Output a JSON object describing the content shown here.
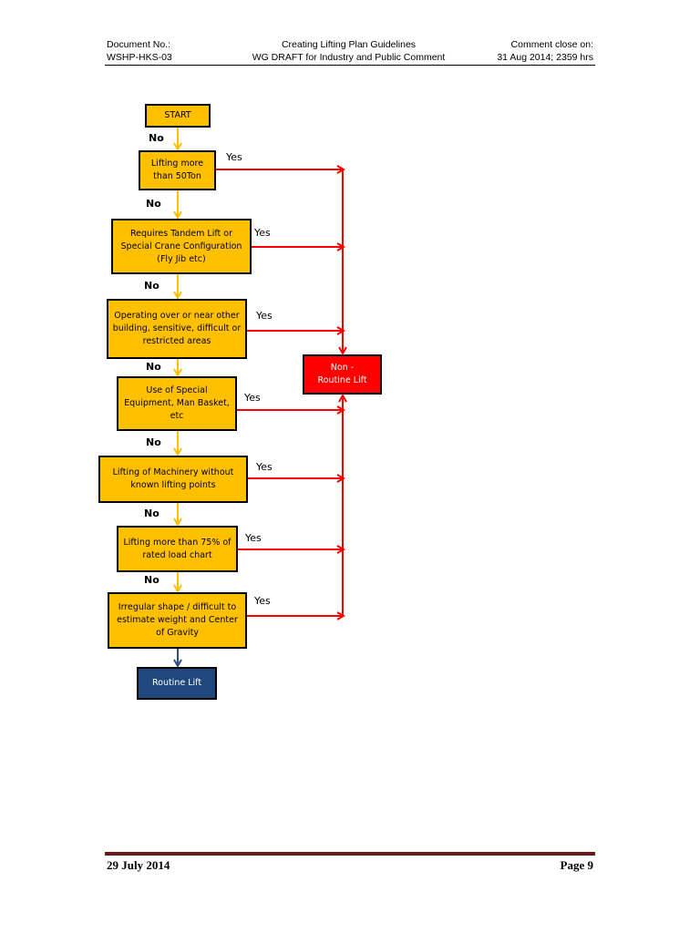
{
  "header": {
    "doc_label": "Document No.:",
    "doc_number": "WSHP-HKS-03",
    "title": "Creating Lifting Plan Guidelines",
    "subtitle": "WG DRAFT for Industry and Public Comment",
    "comment_label": "Comment close on:",
    "comment_date": "31 Aug 2014; 2359 hrs"
  },
  "flowchart": {
    "start": "START",
    "yes_label": "Yes",
    "no_label": "No",
    "steps": [
      "Lifting more than 50Ton",
      "Requires Tandem Lift or Special Crane Configuration (Fly Jib etc)",
      "Operating over or near other building, sensitive, difficult or restricted areas",
      "Use of Special Equipment, Man Basket, etc",
      "Lifting of Machinery without known lifting points",
      "Lifting more than 75% of rated load chart",
      "Irregular shape / difficult to estimate weight and Center of Gravity"
    ],
    "non_routine": "Non - Routine Lift",
    "routine": "Routine Lift",
    "colors": {
      "step": "#ffc000",
      "flow_arrow": "#ffc000",
      "yes_arrow": "#ff0000",
      "non_routine": "#ff0000",
      "routine": "#1f497d",
      "routine_arrow": "#2e4e7e"
    }
  },
  "footer": {
    "date": "29 July 2014",
    "page": "Page 9"
  }
}
